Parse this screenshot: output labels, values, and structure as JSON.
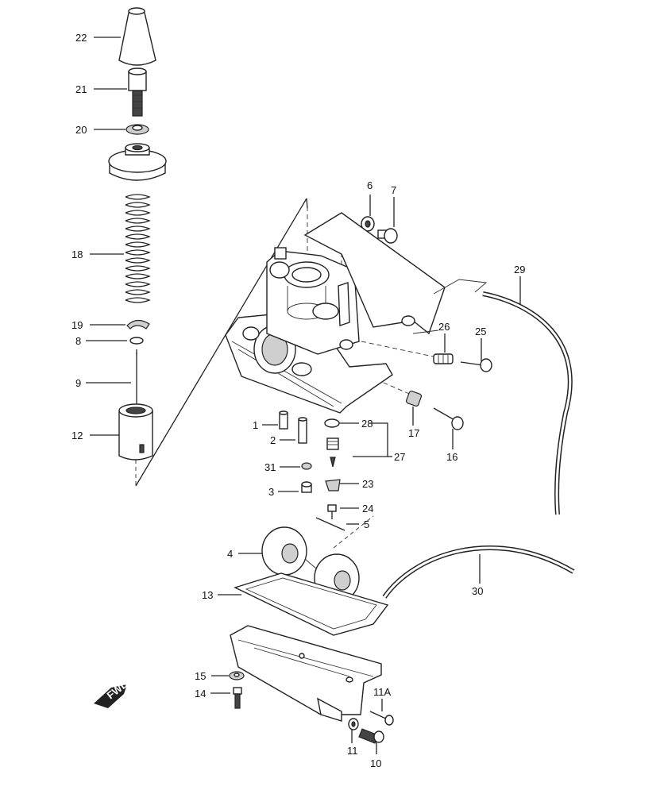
{
  "diagram": {
    "callouts": [
      "22",
      "21",
      "20",
      "18",
      "19",
      "8",
      "9",
      "12",
      "6",
      "7",
      "29",
      "26",
      "25",
      "1",
      "28",
      "2",
      "17",
      "16",
      "31",
      "27",
      "3",
      "23",
      "24",
      "5",
      "4",
      "13",
      "30",
      "15",
      "14",
      "11A",
      "11",
      "10"
    ],
    "direction_badge": "FWD"
  }
}
